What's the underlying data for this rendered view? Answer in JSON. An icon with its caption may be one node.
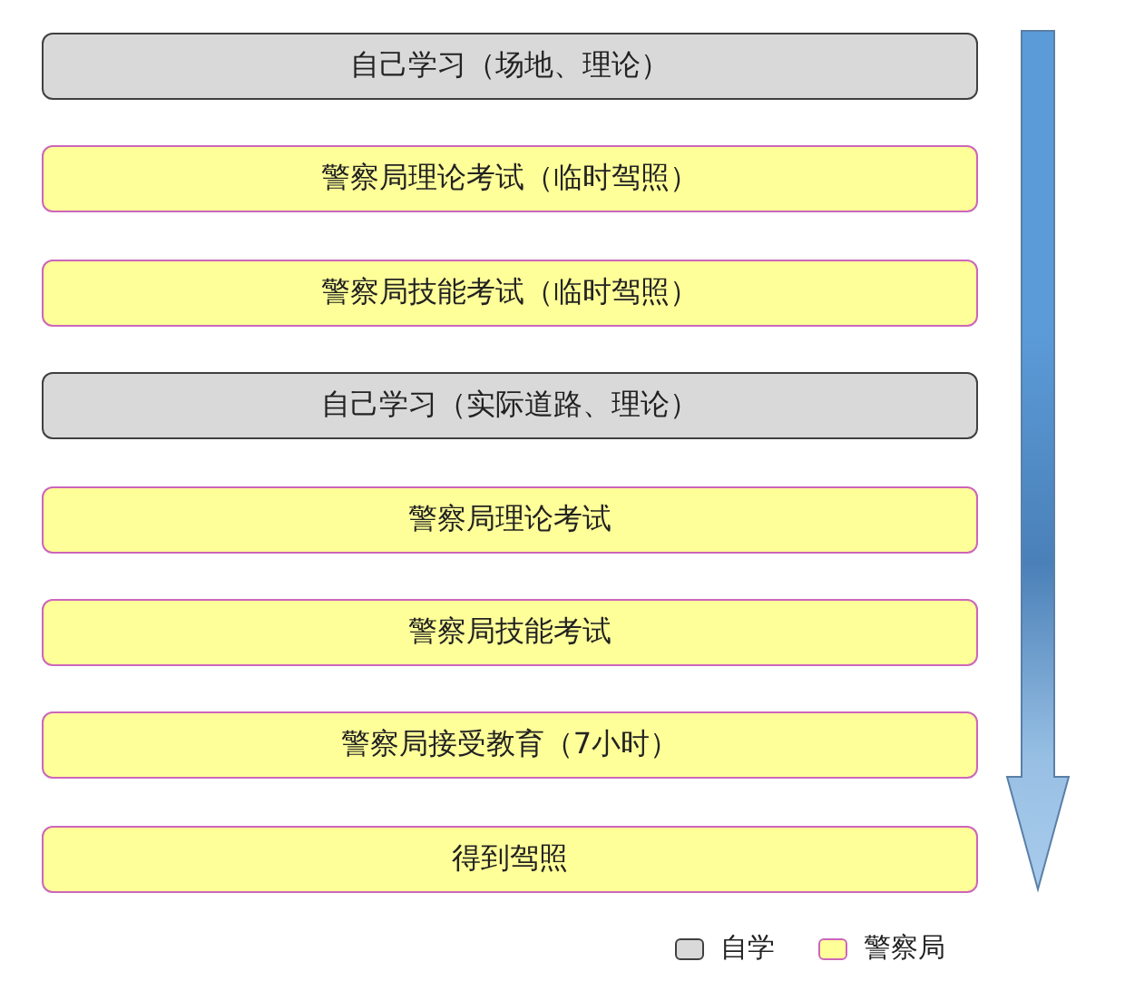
{
  "diagram": {
    "nodes": [
      {
        "text": [
          "自己学习（场地、理论）"
        ]
      },
      {
        "text": [
          "警察局理论考试（临时驾照）"
        ]
      },
      {
        "text": [
          "警察局技能考试（临时驾照）"
        ]
      },
      {
        "text": [
          "自己学习（实际道路、理论）"
        ]
      },
      {
        "text": [
          "警察局理论考试"
        ]
      },
      {
        "text": [
          "警察局技能考试"
        ]
      },
      {
        "text": [
          "警察局接受教育（7小时）"
        ]
      },
      {
        "text": [
          "得到驾照"
        ]
      }
    ],
    "legend": [
      {
        "text": "自学",
        "color": "#d9d9d9"
      },
      {
        "text": "警察局",
        "color": "#ffff99"
      }
    ]
  }
}
